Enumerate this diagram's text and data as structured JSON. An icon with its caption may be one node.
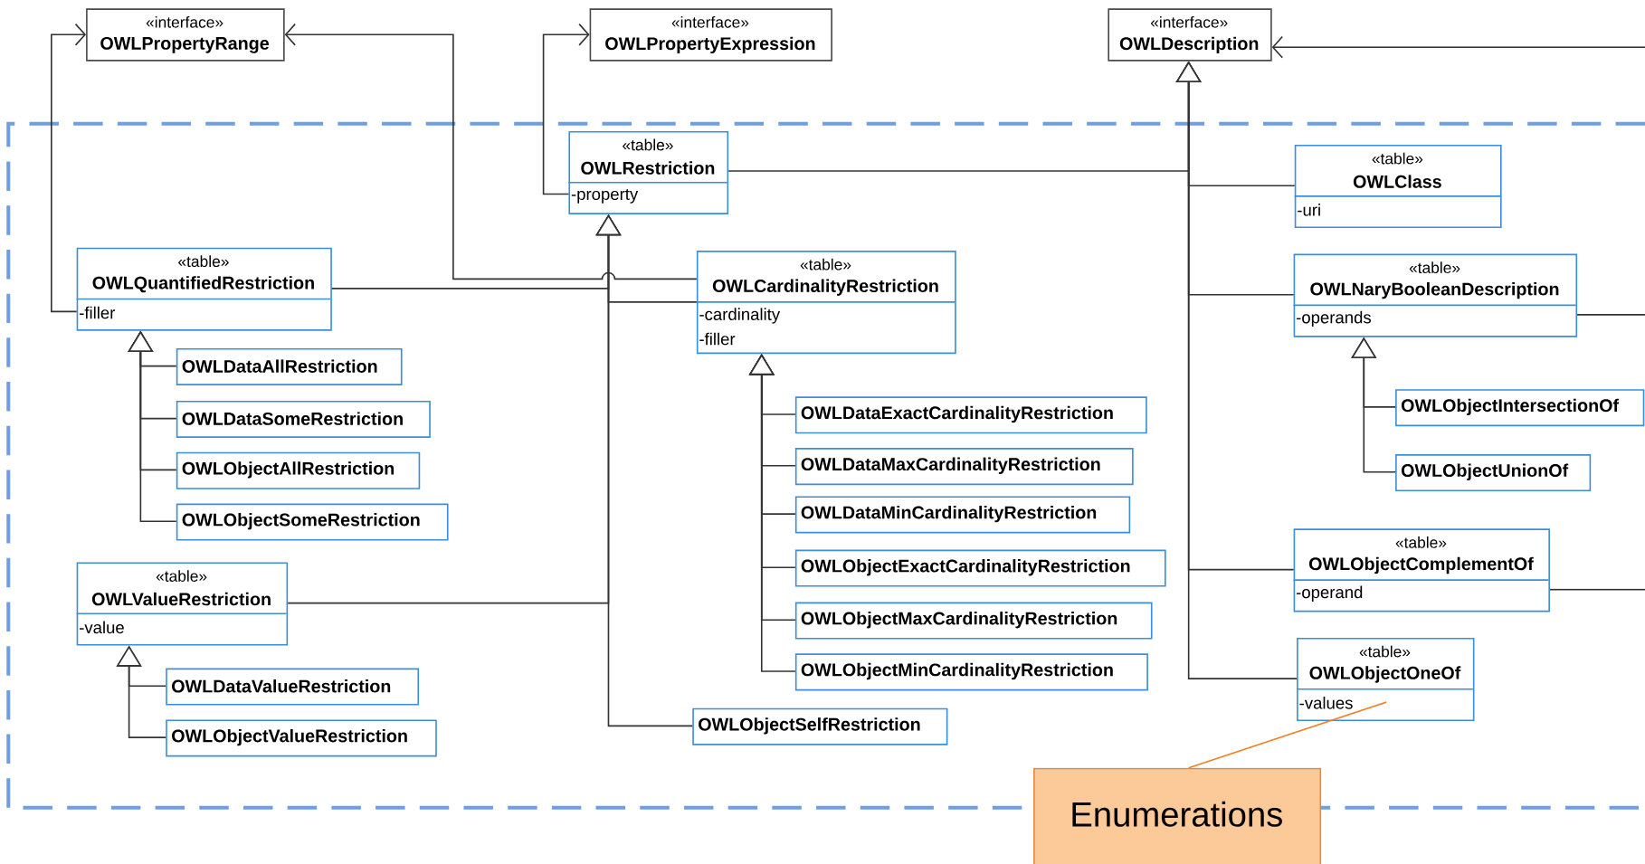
{
  "diagram": {
    "nodes": [
      {
        "text": [
          "«interface»",
          "OWLPropertyRange"
        ]
      },
      {
        "text": [
          "«interface»",
          "OWLPropertyExpression"
        ]
      },
      {
        "text": [
          "«interface»",
          "OWLDescription"
        ]
      },
      {
        "text": [
          "«table»",
          "OWLRestriction",
          "-property"
        ]
      },
      {
        "text": [
          "«table»",
          "OWLClass",
          "-uri"
        ]
      },
      {
        "text": [
          "«table»",
          "OWLQuantifiedRestriction",
          "-filler"
        ]
      },
      {
        "text": [
          "«table»",
          "OWLCardinalityRestriction",
          "-cardinality",
          "-filler"
        ]
      },
      {
        "text": [
          "«table»",
          "OWLNaryBooleanDescription",
          "-operands"
        ]
      },
      {
        "text": [
          "OWLDataAllRestriction"
        ]
      },
      {
        "text": [
          "OWLDataSomeRestriction"
        ]
      },
      {
        "text": [
          "OWLObjectIntersectionOf"
        ]
      },
      {
        "text": [
          "OWLObjectAllRestriction"
        ]
      },
      {
        "text": [
          "OWLDataExactCardinalityRestriction"
        ]
      },
      {
        "text": [
          "OWLDataMaxCardinalityRestriction"
        ]
      },
      {
        "text": [
          "OWLObjectUnionOf"
        ]
      },
      {
        "text": [
          "OWLDataMinCardinalityRestriction"
        ]
      },
      {
        "text": [
          "OWLObjectSomeRestriction"
        ]
      },
      {
        "text": [
          "«table»",
          "OWLObjectComplementOf",
          "-operand"
        ]
      },
      {
        "text": [
          "«table»",
          "OWLValueRestriction",
          "-value"
        ]
      },
      {
        "text": [
          "OWLObjectExactCardinalityRestriction"
        ]
      },
      {
        "text": [
          "OWLObjectMaxCardinalityRestriction"
        ]
      },
      {
        "text": [
          "«table»",
          "OWLObjectOneOf",
          "-values"
        ]
      },
      {
        "text": [
          "OWLObjectMinCardinalityRestriction"
        ]
      },
      {
        "text": [
          "OWLDataValueRestriction"
        ]
      },
      {
        "text": [
          "OWLObjectValueRestriction"
        ]
      },
      {
        "text": [
          "OWLObjectSelfRestriction"
        ]
      },
      {
        "text": [
          "Enumerations"
        ]
      }
    ],
    "edges": [
      {
        "from": 5,
        "to": 0,
        "arrow": "to"
      },
      {
        "from": 6,
        "to": 0,
        "arrow": "to"
      },
      {
        "from": 3,
        "to": 1,
        "arrow": "to"
      },
      {
        "from": null,
        "to": 2,
        "arrow": "to"
      },
      {
        "from": 5,
        "to": 3,
        "arrow": "to"
      },
      {
        "from": 6,
        "to": 3,
        "arrow": "to"
      },
      {
        "from": 18,
        "to": 3,
        "arrow": "to"
      },
      {
        "from": 25,
        "to": 3,
        "arrow": "to"
      },
      {
        "from": 3,
        "to": 2,
        "arrow": "to"
      },
      {
        "from": 4,
        "to": 2,
        "arrow": "to"
      },
      {
        "from": 7,
        "to": 2,
        "arrow": "to"
      },
      {
        "from": 17,
        "to": 2,
        "arrow": "to"
      },
      {
        "from": 21,
        "to": 2,
        "arrow": "to"
      },
      {
        "from": 8,
        "to": 5,
        "arrow": "to"
      },
      {
        "from": 9,
        "to": 5,
        "arrow": "to"
      },
      {
        "from": 11,
        "to": 5,
        "arrow": "to"
      },
      {
        "from": 16,
        "to": 5,
        "arrow": "to"
      },
      {
        "from": 12,
        "to": 6,
        "arrow": "to"
      },
      {
        "from": 13,
        "to": 6,
        "arrow": "to"
      },
      {
        "from": 15,
        "to": 6,
        "arrow": "to"
      },
      {
        "from": 19,
        "to": 6,
        "arrow": "to"
      },
      {
        "from": 20,
        "to": 6,
        "arrow": "to"
      },
      {
        "from": 22,
        "to": 6,
        "arrow": "to"
      },
      {
        "from": 10,
        "to": 7,
        "arrow": "to"
      },
      {
        "from": 14,
        "to": 7,
        "arrow": "to"
      },
      {
        "from": 23,
        "to": 18,
        "arrow": "to"
      },
      {
        "from": 24,
        "to": 18,
        "arrow": "to"
      },
      {
        "from": 7,
        "to": null,
        "arrow": "none"
      },
      {
        "from": 17,
        "to": null,
        "arrow": "none"
      },
      {
        "from": 26,
        "to": 21,
        "arrow": "none",
        "color": "#f07f2a"
      }
    ]
  }
}
